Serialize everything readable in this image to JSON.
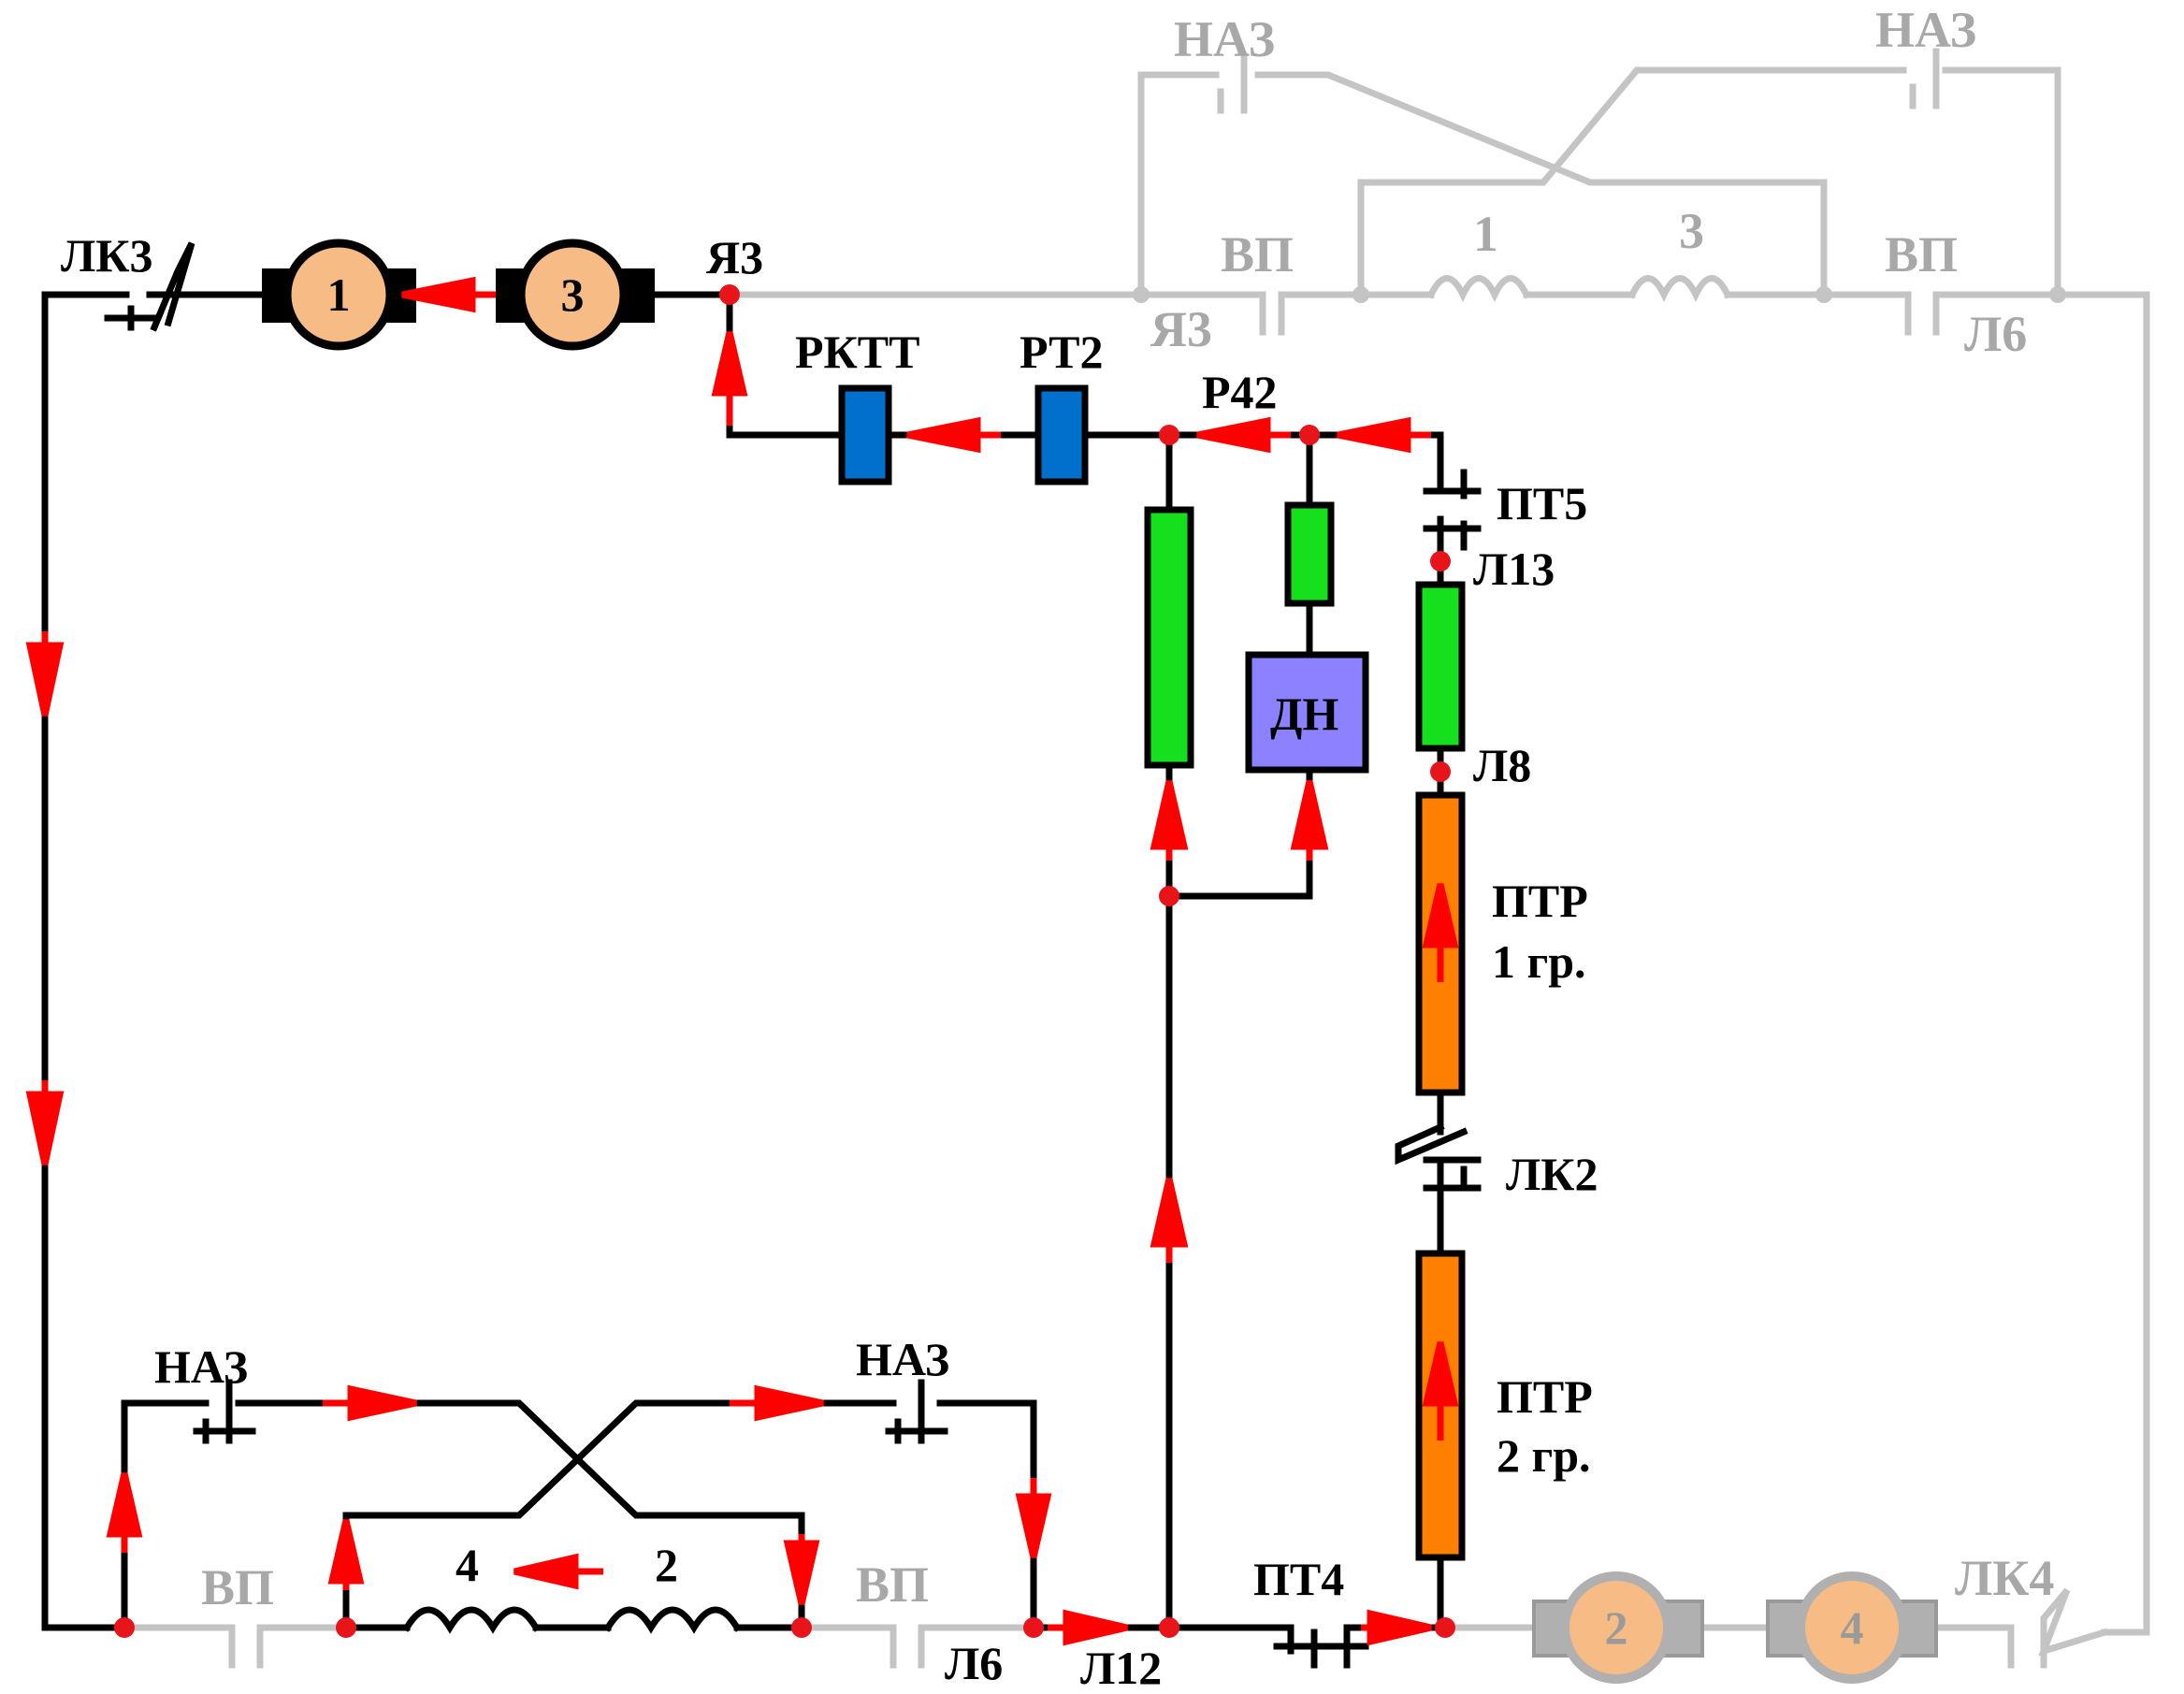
{
  "colors": {
    "active_wire": "#000000",
    "inactive_wire": "#c4c4c4",
    "arrow": "#ff0000",
    "node": "#e8141a",
    "motor_fill": "#f7bb85",
    "relay_blue": "#0070cc",
    "resistor_green": "#14e01e",
    "resistor_orange": "#ff8000",
    "dn_fill": "#8c82ff"
  },
  "labels": {
    "lk3": "ЛК3",
    "ya3_black": "Я3",
    "naz_gray_left": "НАЗ",
    "naz_gray_right": "НАЗ",
    "vp_gray_top_left": "ВП",
    "vp_gray_top_right": "ВП",
    "ya3_gray": "Я3",
    "l6_gray_top": "Л6",
    "coil1_top": "1",
    "coil3_top": "3",
    "rktt": "РКТТ",
    "rt2": "РТ2",
    "r42": "Р42",
    "pt5": "ПТ5",
    "l13": "Л13",
    "l8": "Л8",
    "dn": "ДН",
    "ptr1_line1": "ПТР",
    "ptr1_line2": "1 гр.",
    "lk2": "ЛК2",
    "ptr2_line1": "ПТР",
    "ptr2_line2": "2 гр.",
    "naz_left": "НАЗ",
    "naz_right": "НАЗ",
    "vp_gray_bottom_left": "ВП",
    "vp_gray_bottom_right": "ВП",
    "coil4": "4",
    "coil2": "2",
    "pt4": "ПТ4",
    "l6": "Л6",
    "l12": "Л12",
    "lk4": "ЛК4"
  },
  "motors": {
    "m1": "1",
    "m3": "3",
    "m2": "2",
    "m4": "4"
  }
}
